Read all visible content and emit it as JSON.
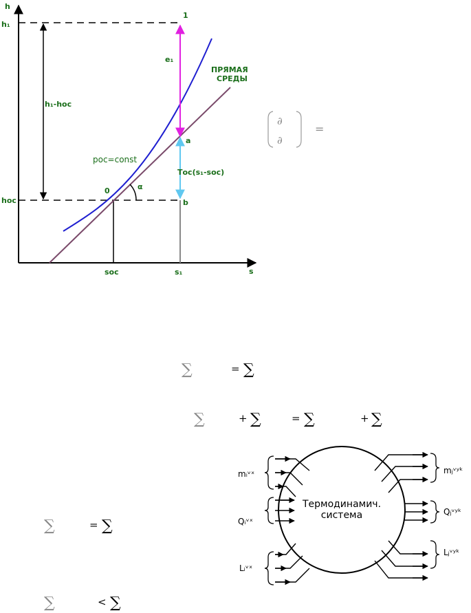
{
  "chart": {
    "axis_y": "h",
    "axis_x": "s",
    "h1": "h₁",
    "hoc": "hос",
    "soc": "sос",
    "s1": "s₁",
    "point_1": "1",
    "point_a": "a",
    "point_b": "b",
    "point_0": "0",
    "e1": "e₁",
    "h_diff": "h₁-hос",
    "line_label_1": "ПРЯМАЯ",
    "line_label_2": "СРЕДЫ",
    "isobar": "pос=const",
    "toc_term": "Tос(s₁-sос)",
    "alpha": "α"
  },
  "formulas": {
    "partial": "∂",
    "equals": "=",
    "sum": "∑",
    "plus": "+",
    "less": "<"
  },
  "system": {
    "title_line1": "Термодинамич.",
    "title_line2": "система",
    "m_in": "mᵢᵛˣ",
    "q_in": "Qᵢᵛˣ",
    "l_in": "Lᵢᵛˣ",
    "m_out": "mⱼᵛʸᵏ",
    "q_out": "Qⱼᵛʸᵏ",
    "l_out": "Lⱼᵛʸᵏ"
  },
  "colors": {
    "curve": "#1f1fd0",
    "env_line": "#7a4a6a",
    "magenta": "#e020e0",
    "cyan": "#60c8f0",
    "green_text": "#1a6e1a"
  }
}
